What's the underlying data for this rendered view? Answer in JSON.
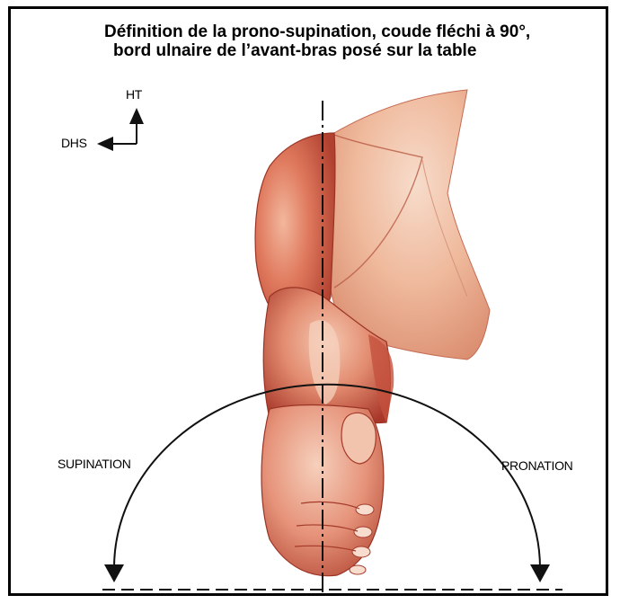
{
  "title": {
    "line1": "Définition de la prono-supination, coude fléchi à 90°,",
    "line2": "bord ulnaire de l’avant-bras posé sur la table"
  },
  "orientation": {
    "up_label": "HT",
    "left_label": "DHS"
  },
  "arc_labels": {
    "left": "SUPINATION",
    "right": "PRONATION"
  },
  "colors": {
    "skin_base": "#e4856a",
    "skin_light": "#f3c8b0",
    "skin_shadow": "#a8372a",
    "line": "#111111"
  }
}
